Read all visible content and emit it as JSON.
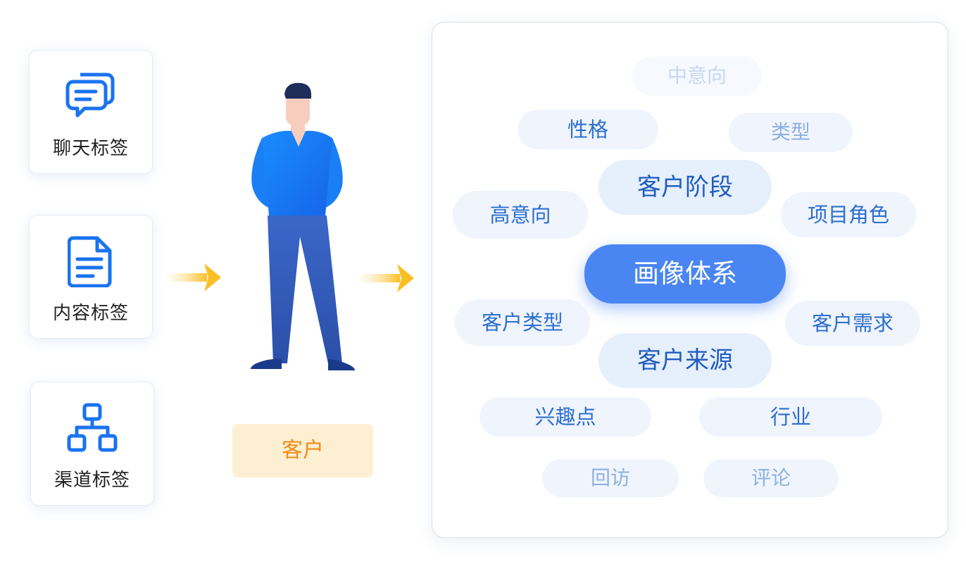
{
  "left_cards": [
    {
      "label": "聊天标签",
      "icon": "chat-bubbles-icon"
    },
    {
      "label": "内容标签",
      "icon": "document-icon"
    },
    {
      "label": "渠道标签",
      "icon": "org-structure-icon"
    }
  ],
  "center": {
    "label": "客户"
  },
  "panel": {
    "center_tag": "画像体系",
    "tags": [
      {
        "text": "中意向"
      },
      {
        "text": "性格"
      },
      {
        "text": "类型"
      },
      {
        "text": "客户阶段"
      },
      {
        "text": "高意向"
      },
      {
        "text": "项目角色"
      },
      {
        "text": "客户类型"
      },
      {
        "text": "客户需求"
      },
      {
        "text": "客户来源"
      },
      {
        "text": "兴趣点"
      },
      {
        "text": "行业"
      },
      {
        "text": "回访"
      },
      {
        "text": "评论"
      }
    ]
  },
  "colors": {
    "accent_blue": "#1a73f0",
    "main_tag": "#4a86f2",
    "arrow_yellow": "#fbbf24",
    "customer_orange": "#f28a1a",
    "customer_bg": "#fdf0d2"
  }
}
